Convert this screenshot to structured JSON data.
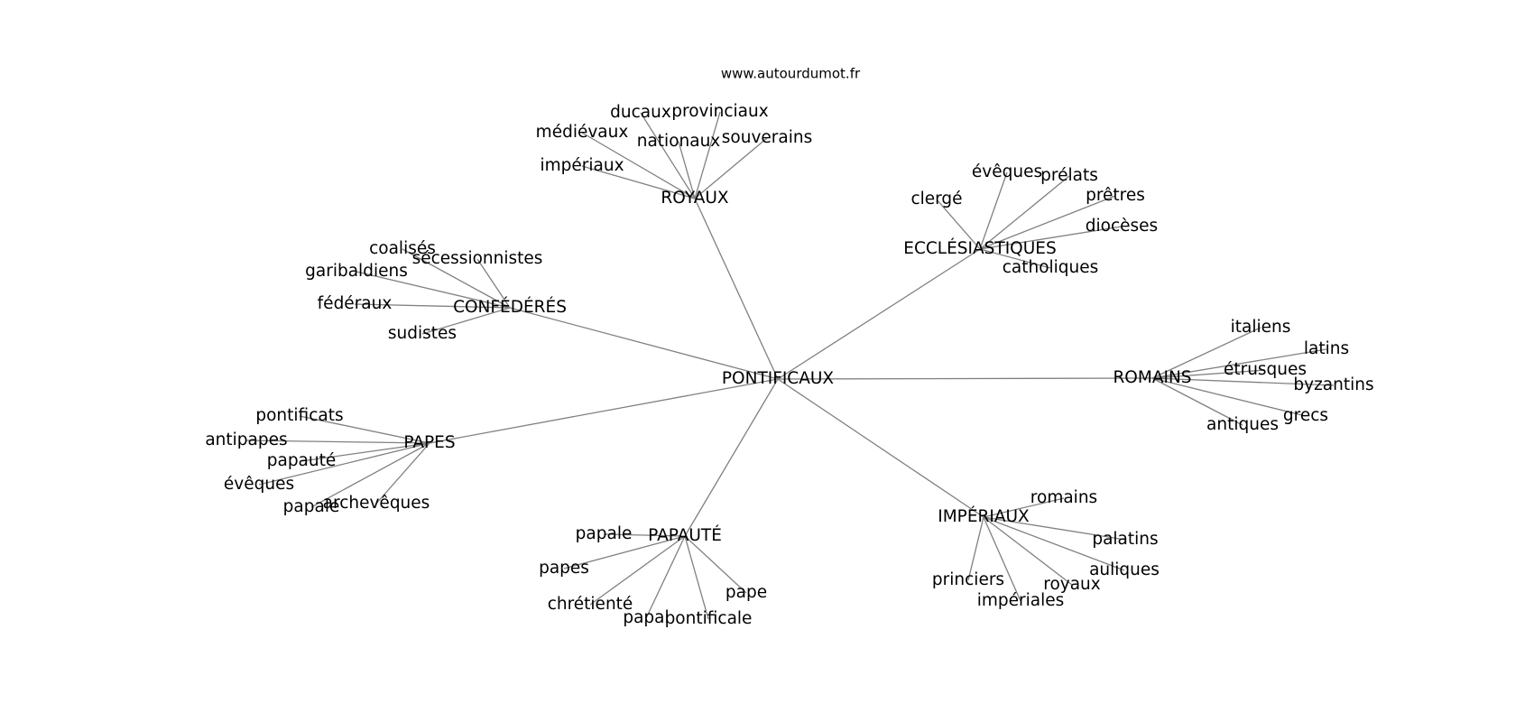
{
  "source": "www.autourdumot.fr",
  "graph": {
    "center": "PONTIFICAUX",
    "clusters": [
      {
        "hub": "ROYAUX",
        "leaves": [
          "ducaux",
          "provinciaux",
          "médiévaux",
          "nationaux",
          "souverains",
          "impériaux"
        ]
      },
      {
        "hub": "ECCLÉSIASTIQUES",
        "leaves": [
          "évêques",
          "prélats",
          "clergé",
          "prêtres",
          "diocèses",
          "catholiques"
        ]
      },
      {
        "hub": "CONFÉDÉRÉS",
        "leaves": [
          "coalisés",
          "sécessionnistes",
          "garibaldiens",
          "fédéraux",
          "sudistes"
        ]
      },
      {
        "hub": "ROMAINS",
        "leaves": [
          "italiens",
          "latins",
          "étrusques",
          "byzantins",
          "grecs",
          "antiques"
        ]
      },
      {
        "hub": "PAPES",
        "leaves": [
          "pontificats",
          "antipapes",
          "papauté",
          "évêques",
          "papale",
          "archevêques"
        ]
      },
      {
        "hub": "PAPAUTÉ",
        "leaves": [
          "papale",
          "papes",
          "chrétienté",
          "papal",
          "pontificale",
          "pape"
        ]
      },
      {
        "hub": "IMPÉRIAUX",
        "leaves": [
          "romains",
          "palatins",
          "auliques",
          "royaux",
          "princiers",
          "impériales"
        ]
      }
    ]
  },
  "colors": {
    "edge": "#808080",
    "text": "#000000",
    "background": "#ffffff"
  }
}
